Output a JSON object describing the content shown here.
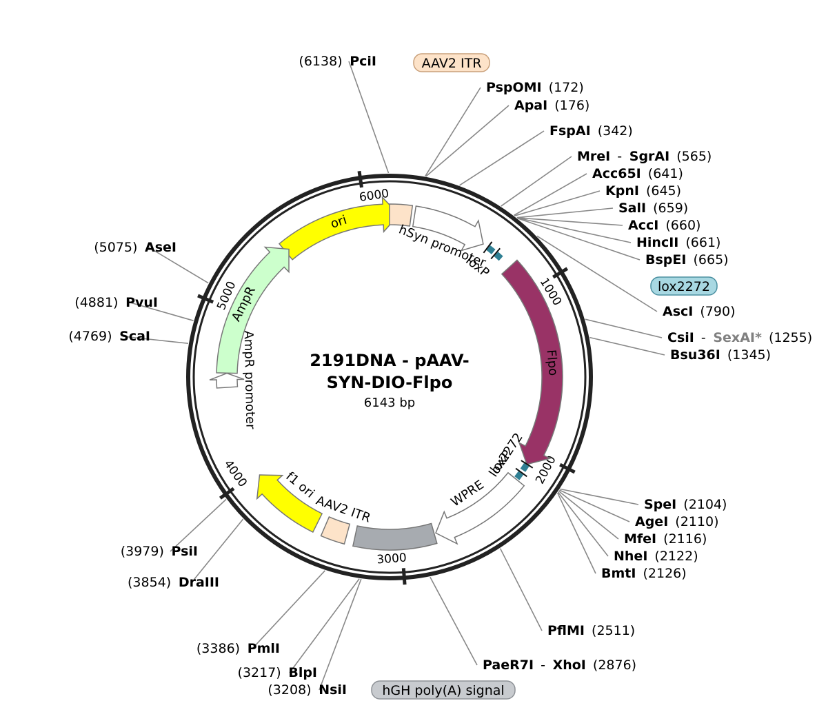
{
  "title": {
    "line1": "2191DNA - pAAV-",
    "line2": "SYN-DIO-Flpo",
    "size": "6143 bp"
  },
  "ticks": [
    {
      "pos": 1000,
      "label": "1000"
    },
    {
      "pos": 2000,
      "label": "2000"
    },
    {
      "pos": 3000,
      "label": "3000"
    },
    {
      "pos": 4000,
      "label": "4000"
    },
    {
      "pos": 5000,
      "label": "5000"
    },
    {
      "pos": 6000,
      "label": "6000"
    }
  ],
  "sites": [
    {
      "parts": [
        {
          "t": "(6138)",
          "k": "num"
        },
        {
          "t": "PciI",
          "k": "nm"
        }
      ],
      "pos": 6138
    },
    {
      "parts": [
        {
          "t": "PspOMI",
          "k": "nm"
        },
        {
          "t": "(172)",
          "k": "num"
        }
      ],
      "pos": 172
    },
    {
      "parts": [
        {
          "t": "ApaI",
          "k": "nm"
        },
        {
          "t": "(176)",
          "k": "num"
        }
      ],
      "pos": 176
    },
    {
      "parts": [
        {
          "t": "FspAI",
          "k": "nm"
        },
        {
          "t": "(342)",
          "k": "num"
        }
      ],
      "pos": 342
    },
    {
      "parts": [
        {
          "t": "MreI",
          "k": "nm"
        },
        {
          "t": "-",
          "k": "num"
        },
        {
          "t": "SgrAI",
          "k": "nm"
        },
        {
          "t": "(565)",
          "k": "num"
        }
      ],
      "pos": 565
    },
    {
      "parts": [
        {
          "t": "Acc65I",
          "k": "nm"
        },
        {
          "t": "(641)",
          "k": "num"
        }
      ],
      "pos": 641
    },
    {
      "parts": [
        {
          "t": "KpnI",
          "k": "nm"
        },
        {
          "t": "(645)",
          "k": "num"
        }
      ],
      "pos": 645
    },
    {
      "parts": [
        {
          "t": "SalI",
          "k": "nm"
        },
        {
          "t": "(659)",
          "k": "num"
        }
      ],
      "pos": 659
    },
    {
      "parts": [
        {
          "t": "AccI",
          "k": "nm"
        },
        {
          "t": "(660)",
          "k": "num"
        }
      ],
      "pos": 660
    },
    {
      "parts": [
        {
          "t": "HincII",
          "k": "nm"
        },
        {
          "t": "(661)",
          "k": "num"
        }
      ],
      "pos": 661
    },
    {
      "parts": [
        {
          "t": "BspEI",
          "k": "nm"
        },
        {
          "t": "(665)",
          "k": "num"
        }
      ],
      "pos": 665
    },
    {
      "parts": [
        {
          "t": "AscI",
          "k": "nm"
        },
        {
          "t": "(790)",
          "k": "num"
        }
      ],
      "pos": 790
    },
    {
      "parts": [
        {
          "t": "CsiI",
          "k": "nm"
        },
        {
          "t": "-",
          "k": "num"
        },
        {
          "t": "SexAI*",
          "k": "alt"
        },
        {
          "t": "(1255)",
          "k": "num"
        }
      ],
      "pos": 1255
    },
    {
      "parts": [
        {
          "t": "Bsu36I",
          "k": "nm"
        },
        {
          "t": "(1345)",
          "k": "num"
        }
      ],
      "pos": 1345
    },
    {
      "parts": [
        {
          "t": "SpeI",
          "k": "nm"
        },
        {
          "t": "(2104)",
          "k": "num"
        }
      ],
      "pos": 2104
    },
    {
      "parts": [
        {
          "t": "AgeI",
          "k": "nm"
        },
        {
          "t": "(2110)",
          "k": "num"
        }
      ],
      "pos": 2110
    },
    {
      "parts": [
        {
          "t": "MfeI",
          "k": "nm"
        },
        {
          "t": "(2116)",
          "k": "num"
        }
      ],
      "pos": 2116
    },
    {
      "parts": [
        {
          "t": "NheI",
          "k": "nm"
        },
        {
          "t": "(2122)",
          "k": "num"
        }
      ],
      "pos": 2122
    },
    {
      "parts": [
        {
          "t": "BmtI",
          "k": "nm"
        },
        {
          "t": "(2126)",
          "k": "num"
        }
      ],
      "pos": 2126
    },
    {
      "parts": [
        {
          "t": "PflMI",
          "k": "nm"
        },
        {
          "t": "(2511)",
          "k": "num"
        }
      ],
      "pos": 2511
    },
    {
      "parts": [
        {
          "t": "PaeR7I",
          "k": "nm"
        },
        {
          "t": "-",
          "k": "num"
        },
        {
          "t": "XhoI",
          "k": "nm"
        },
        {
          "t": "(2876)",
          "k": "num"
        }
      ],
      "pos": 2876
    },
    {
      "parts": [
        {
          "t": "(3208)",
          "k": "num"
        },
        {
          "t": "NsiI",
          "k": "nm"
        }
      ],
      "pos": 3208
    },
    {
      "parts": [
        {
          "t": "(3217)",
          "k": "num"
        },
        {
          "t": "BlpI",
          "k": "nm"
        }
      ],
      "pos": 3217
    },
    {
      "parts": [
        {
          "t": "(3386)",
          "k": "num"
        },
        {
          "t": "PmlI",
          "k": "nm"
        }
      ],
      "pos": 3386
    },
    {
      "parts": [
        {
          "t": "(3854)",
          "k": "num"
        },
        {
          "t": "DraIII",
          "k": "nm"
        }
      ],
      "pos": 3854
    },
    {
      "parts": [
        {
          "t": "(3979)",
          "k": "num"
        },
        {
          "t": "PsiI",
          "k": "nm"
        }
      ],
      "pos": 3979
    },
    {
      "parts": [
        {
          "t": "(4769)",
          "k": "num"
        },
        {
          "t": "ScaI",
          "k": "nm"
        }
      ],
      "pos": 4769
    },
    {
      "parts": [
        {
          "t": "(4881)",
          "k": "num"
        },
        {
          "t": "PvuI",
          "k": "nm"
        }
      ],
      "pos": 4881
    },
    {
      "parts": [
        {
          "t": "(5075)",
          "k": "num"
        },
        {
          "t": "AseI",
          "k": "nm"
        }
      ],
      "pos": 5075
    }
  ],
  "feature_boxes": [
    {
      "text": "AAV2 ITR",
      "fill": "#fde3c9",
      "stroke": "#c9a07a"
    },
    {
      "text": "lox2272",
      "fill": "#a8d8e2",
      "stroke": "#4a8fa0"
    },
    {
      "text": "hGH poly(A) signal",
      "fill": "#c8cbcf",
      "stroke": "#8d9196"
    }
  ],
  "features": [
    {
      "name": "ori",
      "start": 5467,
      "end": 56,
      "color": "#ffff00",
      "label": "ori"
    },
    {
      "name": "AAV2 ITR",
      "start": 6143,
      "end": 130,
      "color": "#fde3c9",
      "label": ""
    },
    {
      "name": "hSyn promoter",
      "start": 150,
      "end": 600,
      "color": "#ffffff",
      "label": "hSyn promoter"
    },
    {
      "name": "loxP",
      "start": 640,
      "end": 675,
      "color": "#2f7f93",
      "label": "loxP"
    },
    {
      "name": "lox2272",
      "start": 700,
      "end": 735,
      "color": "#2f7f93",
      "label": ""
    },
    {
      "name": "Flpo",
      "start": 810,
      "end": 2090,
      "color": "#993366",
      "label": "Flpo"
    },
    {
      "name": "lox2272",
      "start": 2095,
      "end": 2130,
      "color": "#2f7f93",
      "label": "lox2272"
    },
    {
      "name": "loxP",
      "start": 2155,
      "end": 2190,
      "color": "#2f7f93",
      "label": "loxP"
    },
    {
      "name": "WPRE",
      "start": 2200,
      "end": 2790,
      "color": "#ffffff",
      "label": "WPRE"
    },
    {
      "name": "hGH poly(A) signal",
      "start": 2800,
      "end": 3280,
      "color": "#a7abb0",
      "label": ""
    },
    {
      "name": "AAV2 ITR",
      "start": 3330,
      "end": 3470,
      "color": "#fde3c9",
      "label": "AAV2 ITR"
    },
    {
      "name": "f1 ori",
      "start": 3520,
      "end": 3976,
      "color": "#ffff00",
      "label": "f1 ori"
    },
    {
      "name": "AmpR promoter",
      "start": 4545,
      "end": 4630,
      "color": "#ffffff",
      "label": "AmpR promoter"
    },
    {
      "name": "AmpR",
      "start": 4631,
      "end": 5491,
      "color": "#ccffcc",
      "label": "AmpR"
    }
  ]
}
